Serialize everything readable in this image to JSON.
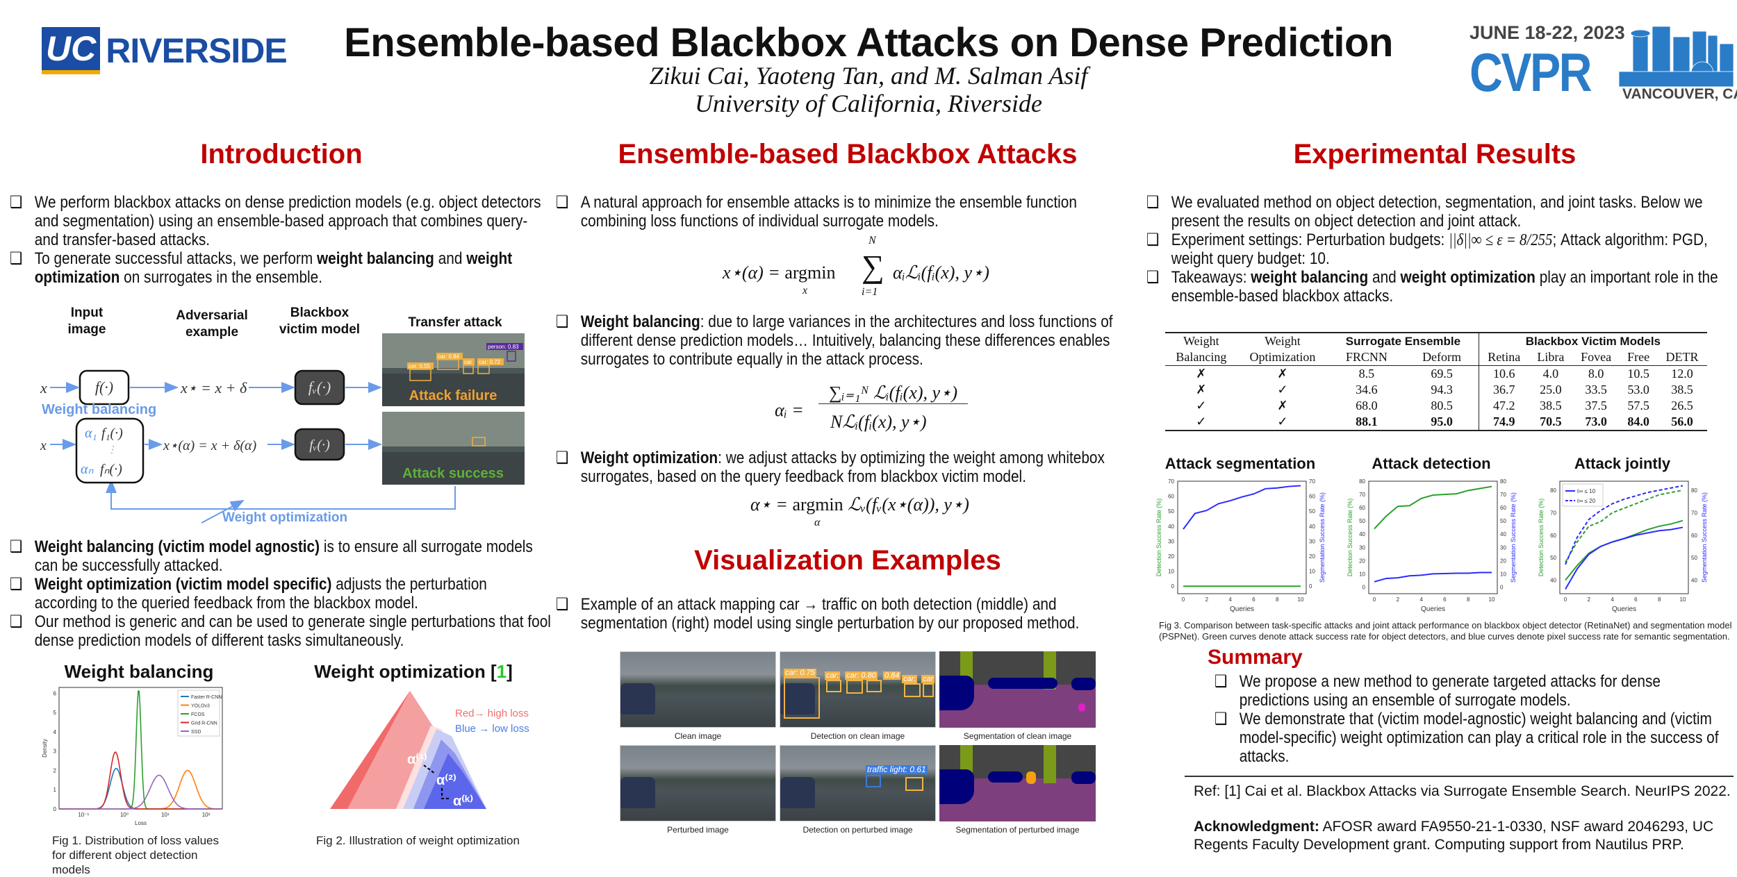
{
  "header": {
    "title": "Ensemble-based Blackbox Attacks on Dense Prediction",
    "authors": "Zikui Cai, Yaoteng Tan, and M. Salman Asif",
    "affiliation": "University of California, Riverside",
    "ucr_logo": {
      "uc": "UC",
      "name": "RIVERSIDE"
    },
    "cvpr_logo": {
      "dates": "JUNE 18-22, 2023",
      "name": "CVPR",
      "location": "VANCOUVER, CANADA"
    },
    "colors": {
      "ucr_blue": "#1a4da3",
      "ucr_gold": "#f1ab00",
      "cvpr_blue": "#2a7cc7",
      "section_red": "#c00000"
    }
  },
  "intro": {
    "title": "Introduction",
    "b1": "We perform blackbox attacks on dense prediction models (e.g. object detectors and segmentation) using an ensemble-based approach that combines query- and transfer-based attacks.",
    "b2_pre": "To generate successful attacks, we perform ",
    "b2_wb": "weight balancing",
    "b2_mid": " and ",
    "b2_wo": "weight optimization",
    "b2_post": " on surrogates in the ensemble.",
    "diagram": {
      "input": "Input",
      "image": "image",
      "adv1": "Adversarial",
      "adv2": "example",
      "bb1": "Blackbox",
      "bb2": "victim model",
      "transfer": "Transfer attack",
      "x": "x",
      "f": "f(·)",
      "xstar": "x⋆ = x + δ",
      "fv": "fᵥ(·)",
      "failure": "Attack failure",
      "wb": "Weight balancing",
      "a1": "α₁",
      "f1": "f₁(·)",
      "aN": "αₙ",
      "fN": "fₙ(·)",
      "xstar_a": "x⋆(α) = x + δ(α)",
      "success": "Attack success",
      "wo": "Weight optimization",
      "det_labels": [
        "car: 0.84",
        "car: 0.55",
        "car",
        "car: 0.72",
        "person: 0.83"
      ]
    },
    "b3_b": "Weight balancing (victim model agnostic)",
    "b3": " is to ensure all surrogate models can be successfully attacked.",
    "b4_b": "Weight optimization (victim model specific)",
    "b4": " adjusts the perturbation according to the queried feedback from the blackbox model.",
    "b5": "Our method is generic and can be used to generate single perturbations that fool dense prediction models of different tasks simultaneously.",
    "fig1": {
      "title": "Weight balancing",
      "caption": "Fig 1. Distribution of loss values for different object detection models",
      "xlabel": "Loss",
      "ylabel": "Density",
      "yticks": [
        "0",
        "1",
        "2",
        "3",
        "4",
        "5",
        "6"
      ],
      "xticks": [
        "10⁻¹",
        "10⁰",
        "10¹",
        "10²"
      ],
      "legend": [
        "Faster R-CNN",
        "YOLOv3",
        "FCOS",
        "Grid R-CNN",
        "SSD"
      ],
      "colors": [
        "#1f77b4",
        "#ff7f0e",
        "#2ca02c",
        "#d62728",
        "#9467bd"
      ]
    },
    "fig2": {
      "title_pre": "Weight optimization [",
      "ref": "1",
      "title_post": "]",
      "red": "Red→ high loss",
      "blue": "Blue → low loss",
      "a1": "α⁽¹⁾",
      "a2": "α⁽²⁾",
      "ak": "α⁽ᵏ⁾",
      "caption": "Fig 2. Illustration of weight optimization"
    }
  },
  "method": {
    "title": "Ensemble-based Blackbox Attacks",
    "b1": "A natural approach for ensemble attacks is to minimize the ensemble function combining loss functions of individual surrogate models.",
    "eq1": {
      "lhs": "x⋆(α) = ",
      "argmin": "argmin",
      "under": "x",
      "sum": "∑",
      "top": "N",
      "bot": "i=1",
      "rhs": "αᵢℒᵢ(fᵢ(x), y⋆)"
    },
    "b2_b": "Weight balancing",
    "b2": ": due to large variances in the architectures and loss functions of different dense prediction models…  Intuitively, balancing these differences enables surrogates to contribute equally in the attack process.",
    "eq2": {
      "lhs": "αᵢ = ",
      "num": "∑ᵢ₌₁ᴺ ℒᵢ(fᵢ(x), y⋆)",
      "den": "Nℒᵢ(fᵢ(x), y⋆)"
    },
    "b3_b": "Weight optimization",
    "b3": ": we adjust attacks by optimizing the weight among whitebox surrogates, based on the query feedback from blackbox victim model.",
    "eq3": {
      "lhs": "α⋆ = ",
      "argmin": "argmin",
      "under": "α",
      "rhs": "ℒᵥ(fᵥ(x⋆(α)), y⋆)"
    }
  },
  "vis": {
    "title": "Visualization Examples",
    "b1": "Example of an attack mapping car → traffic on both detection (middle) and segmentation (right) model using single perturbation by our proposed method.",
    "captions": [
      "Clean image",
      "Detection on clean image",
      "Segmentation of clean image",
      "Perturbed image",
      "Detection on perturbed image",
      "Segmentation of perturbed image"
    ],
    "clean_labels": [
      "car: 0.75",
      "car:",
      "car: 0.80",
      "0.84",
      "car:",
      "car"
    ],
    "pert_label": "traffic light: 0.61"
  },
  "results": {
    "title": "Experimental Results",
    "b1": "We evaluated method on object detection, segmentation, and joint tasks. Below we present the results on object detection and joint attack.",
    "b2_pre": "Experiment settings: Perturbation budgets: ",
    "b2_math": "||δ||∞ ≤ ε = 8/255",
    "b2_post": "; Attack algorithm: PGD, weight query budget: 10.",
    "b3_pre": "Takeaways: ",
    "b3_wb": "weight balancing",
    "b3_mid": " and ",
    "b3_wo": "weight optimization",
    "b3_post": " play an important role in the ensemble-based blackbox attacks.",
    "table": {
      "h_wb1": "Weight",
      "h_wb2": "Balancing",
      "h_wo1": "Weight",
      "h_wo2": "Optimization",
      "group1": "Surrogate Ensemble",
      "group2": "Blackbox Victim Models",
      "cols": [
        "FRCNN",
        "Deform",
        "Retina",
        "Libra",
        "Fovea",
        "Free",
        "DETR"
      ],
      "rows": [
        {
          "wb": "✗",
          "wo": "✗",
          "v": [
            "8.5",
            "69.5",
            "10.6",
            "4.0",
            "8.0",
            "10.5",
            "12.0"
          ]
        },
        {
          "wb": "✗",
          "wo": "✓",
          "v": [
            "34.6",
            "94.3",
            "36.7",
            "25.0",
            "33.5",
            "53.0",
            "38.5"
          ]
        },
        {
          "wb": "✓",
          "wo": "✗",
          "v": [
            "68.0",
            "80.5",
            "47.2",
            "38.5",
            "37.5",
            "57.5",
            "26.5"
          ]
        },
        {
          "wb": "✓",
          "wo": "✓",
          "v": [
            "88.1",
            "95.0",
            "74.9",
            "70.5",
            "73.0",
            "84.0",
            "56.0"
          ]
        }
      ]
    },
    "fig3_caption": "Fig 3. Comparison between task-specific attacks and joint attack performance on blackbox object detector (RetinaNet) and segmentation model (PSPNet). Green curves denote attack success rate for object detectors, and blue curves denote pixel success rate for semantic segmentation."
  },
  "chart_data": [
    {
      "type": "line",
      "title": "Attack segmentation",
      "xlabel": "Queries",
      "ylabel": "Detection Success Rate (%)",
      "ylabel2": "Segmentation Success Rate (%)",
      "ylim": [
        -5,
        70
      ],
      "yticks": [
        0,
        10,
        20,
        30,
        40,
        50,
        60,
        70
      ],
      "xticks": [
        0,
        2,
        4,
        6,
        8,
        10
      ],
      "x": [
        0,
        1,
        2,
        3,
        4,
        5,
        6,
        7,
        8,
        9,
        10
      ],
      "series": [
        {
          "name": "Segmentation",
          "color": "#2b2bff",
          "dash": false,
          "values": [
            38,
            48.5,
            50.5,
            55,
            57,
            59.5,
            61.5,
            65,
            65.5,
            66.5,
            67
          ]
        },
        {
          "name": "Detection",
          "color": "#2ca02c",
          "dash": false,
          "values": [
            0,
            0,
            0,
            0,
            0,
            0,
            0,
            0,
            0,
            0,
            0
          ]
        }
      ]
    },
    {
      "type": "line",
      "title": "Attack detection",
      "xlabel": "Queries",
      "ylabel": "Detection Success Rate (%)",
      "ylabel2": "Segmentation Success Rate (%)",
      "ylim": [
        -5,
        80
      ],
      "yticks": [
        0,
        10,
        20,
        30,
        40,
        50,
        60,
        70,
        80
      ],
      "xticks": [
        0,
        2,
        4,
        6,
        8,
        10
      ],
      "x": [
        0,
        1,
        2,
        3,
        4,
        5,
        6,
        7,
        8,
        9,
        10
      ],
      "series": [
        {
          "name": "Detection",
          "color": "#2ca02c",
          "dash": false,
          "values": [
            44,
            53.5,
            61,
            61.5,
            67,
            69.5,
            70,
            70.5,
            73,
            74.5,
            76
          ]
        },
        {
          "name": "Segmentation",
          "color": "#2b2bff",
          "dash": false,
          "values": [
            4,
            6.5,
            7,
            8.5,
            9,
            10,
            10.2,
            10.5,
            10.5,
            11,
            11
          ]
        }
      ]
    },
    {
      "type": "line",
      "title": "Attack jointly",
      "xlabel": "Queries",
      "ylabel": "Detection Success Rate (%)",
      "ylabel2": "Segmentation Success Rate (%)",
      "ylim": [
        34,
        84
      ],
      "yticks": [
        40,
        50,
        60,
        70,
        80
      ],
      "xticks": [
        0,
        2,
        4,
        6,
        8,
        10
      ],
      "x": [
        0,
        1,
        2,
        3,
        4,
        5,
        6,
        7,
        8,
        9,
        10
      ],
      "legend": [
        "ℓ∞ ≤ 10",
        "ℓ∞ ≤ 20"
      ],
      "series": [
        {
          "name": "Detection ℓ∞ ≤ 10",
          "color": "#2ca02c",
          "dash": false,
          "values": [
            40,
            46.5,
            52,
            55,
            57,
            58.5,
            60.5,
            62.5,
            64,
            65,
            66.5
          ]
        },
        {
          "name": "Segmentation ℓ∞ ≤ 10",
          "color": "#2b2bff",
          "dash": false,
          "values": [
            36,
            45,
            51.5,
            55,
            57,
            58.5,
            60,
            61,
            62,
            62.5,
            63.5
          ]
        },
        {
          "name": "Detection ℓ∞ ≤ 20",
          "color": "#2ca02c",
          "dash": true,
          "values": [
            48,
            57,
            64,
            66,
            70,
            72,
            74,
            76,
            78,
            79,
            80
          ]
        },
        {
          "name": "Segmentation ℓ∞ ≤ 20",
          "color": "#2b2bff",
          "dash": true,
          "values": [
            47,
            59,
            67,
            71,
            74,
            76,
            77.5,
            79,
            80,
            81,
            82
          ]
        }
      ]
    },
    {
      "type": "line",
      "title": "Weight balancing",
      "xlabel": "Loss",
      "ylabel": "Density",
      "xscale": "log",
      "ylim": [
        0,
        6.3
      ],
      "series": [
        {
          "name": "Faster R-CNN",
          "peak_log10": -0.2,
          "peak": 2.1,
          "spread": 0.15
        },
        {
          "name": "YOLOv3",
          "peak_log10": 1.55,
          "peak": 2.0,
          "spread": 0.2
        },
        {
          "name": "FCOS",
          "peak_log10": 0.35,
          "peak": 6.2,
          "spread": 0.06
        },
        {
          "name": "Grid R-CNN",
          "peak_log10": -0.22,
          "peak": 2.95,
          "spread": 0.13
        },
        {
          "name": "SSD",
          "peak_log10": 0.85,
          "peak": 1.75,
          "spread": 0.22
        }
      ]
    }
  ],
  "summary": {
    "title": "Summary",
    "b1": "We propose a new method to generate targeted attacks for dense predictions using an ensemble of surrogate models.",
    "b2": "We demonstrate that (victim model-agnostic) weight balancing and (victim model-specific) weight optimization can play a critical role in the success of attacks."
  },
  "footer": {
    "ref": "Ref: [1] Cai et al. Blackbox Attacks via Surrogate Ensemble Search. NeurIPS 2022.",
    "ack_b": "Acknowledgment:",
    "ack": " AFOSR award FA9550-21-1-0330, NSF award 2046293, UC Regents Faculty Development grant. Computing support from Nautilus PRP."
  }
}
